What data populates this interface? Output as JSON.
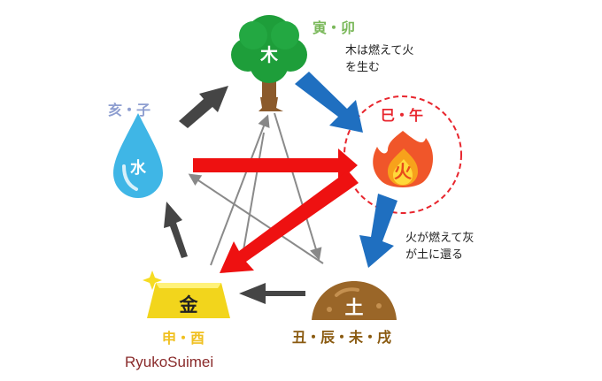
{
  "elements": {
    "wood": {
      "kanji": "木",
      "branches": "寅・卯",
      "color": "#1e9e3a",
      "branch_color": "#7ab85a"
    },
    "fire": {
      "kanji": "火",
      "branches": "巳・午",
      "color": "#f0562a",
      "branch_color": "#e8262e"
    },
    "earth": {
      "kanji": "土",
      "branches": "丑・辰・未・戌",
      "color": "#9a6628",
      "branch_color": "#8a5a10"
    },
    "metal": {
      "kanji": "金",
      "branches": "申・酉",
      "color": "#f2d51c",
      "branch_color": "#f0c020"
    },
    "water": {
      "kanji": "水",
      "branches": "亥・子",
      "color": "#3fb6e6",
      "branch_color": "#8e9ed0"
    }
  },
  "notes": {
    "wood_to_fire": "木は燃えて火を生む",
    "fire_to_earth": "火が燃えて灰が土に還る"
  },
  "credit": "RyukoSuimei",
  "colors": {
    "generating_arrow": "#1f6fc0",
    "controlling_arrow": "#ee1111",
    "dark_arrow": "#444444",
    "star_line": "#888888",
    "highlight_ring": "#e8262e"
  }
}
